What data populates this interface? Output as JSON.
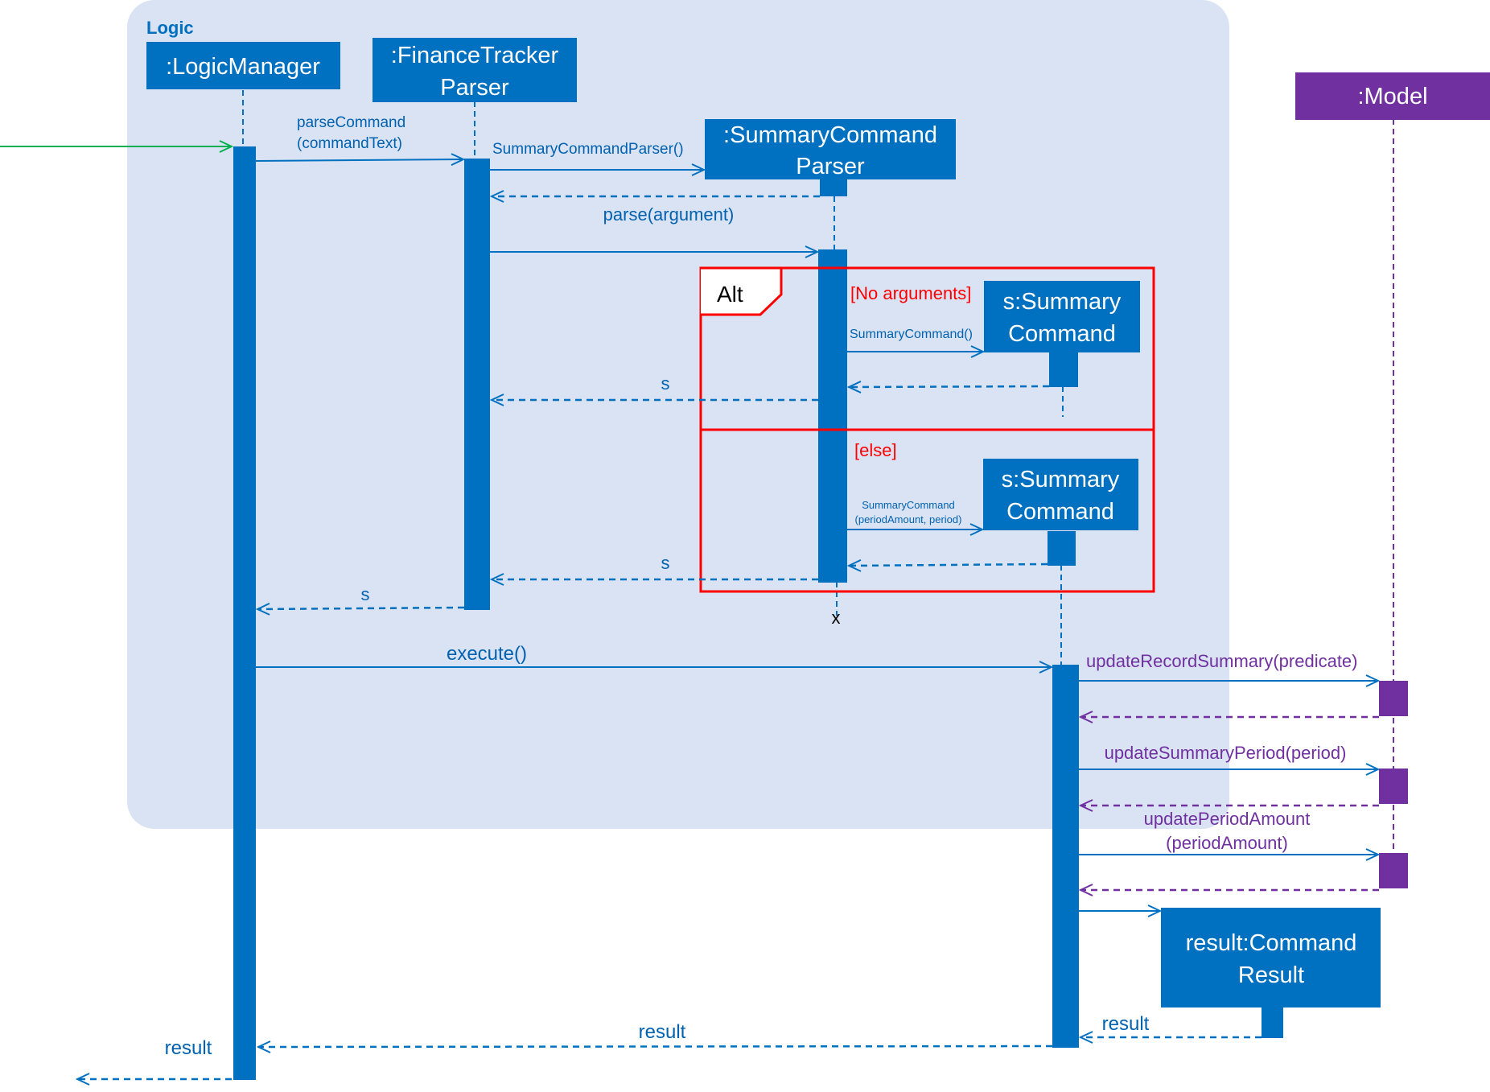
{
  "diagram": {
    "frame_label": "Logic",
    "alt_label": "Alt",
    "participants": {
      "logic_manager": ":LogicManager",
      "parser_line1": ":FinanceTracker",
      "parser_line2": "Parser",
      "summary_parser_line1": ":SummaryCommand",
      "summary_parser_line2": "Parser",
      "model": ":Model",
      "summary_cmd_line1": "s:Summary",
      "summary_cmd_line2": "Command",
      "result_line1": "result:Command",
      "result_line2": "Result"
    },
    "guards": {
      "no_arguments": "[No arguments]",
      "else": "[else]"
    },
    "messages": {
      "parse_command_line1": "parseCommand",
      "parse_command_line2": "(commandText)",
      "summary_command_parser": "SummaryCommandParser()",
      "parse_argument": "parse(argument)",
      "summary_command_noargs": "SummaryCommand()",
      "summary_command_args_line1": "SummaryCommand",
      "summary_command_args_line2": "(periodAmount, period)",
      "return_s": "s",
      "destroy": "x",
      "execute": "execute()",
      "update_record_summary": "updateRecordSummary(predicate)",
      "update_summary_period": "updateSummaryPeriod(period)",
      "update_period_amount_line1": "updatePeriodAmount",
      "update_period_amount_line2": "(periodAmount)",
      "return_result": "result"
    }
  },
  "colors": {
    "frame_fill": "#dae3f3",
    "blue": "#0070c0",
    "blue_text": "#0062b0",
    "purple": "#7030a0",
    "red": "#ff0000",
    "green": "#00b050",
    "white": "#ffffff"
  }
}
